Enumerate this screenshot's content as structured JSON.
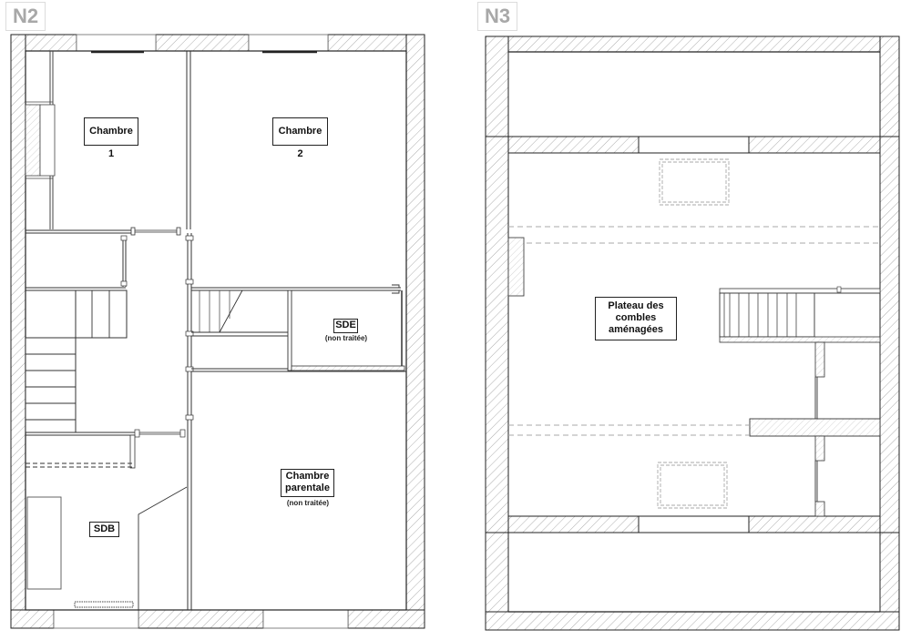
{
  "levels": [
    {
      "id": "N2",
      "label": "N2",
      "rooms": [
        {
          "name": "Chambre 1",
          "note": ""
        },
        {
          "name": "Chambre 2",
          "note": ""
        },
        {
          "name": "SDE",
          "note": "(non traitée)"
        },
        {
          "name": "Chambre parentale",
          "line1": "Chambre",
          "line2": "parentale",
          "note": "(non traitée)"
        },
        {
          "name": "SDB",
          "note": ""
        }
      ]
    },
    {
      "id": "N3",
      "label": "N3",
      "rooms": [
        {
          "name": "Plateau des combles aménagées",
          "line1": "Plateau des",
          "line2": "combles",
          "line3": "aménagées",
          "note": ""
        }
      ]
    }
  ],
  "colors": {
    "wall_line": "#222222",
    "hatch": "#9a9a9a",
    "badge_text": "#a8a8a8",
    "dashed": "#aaaaaa"
  }
}
